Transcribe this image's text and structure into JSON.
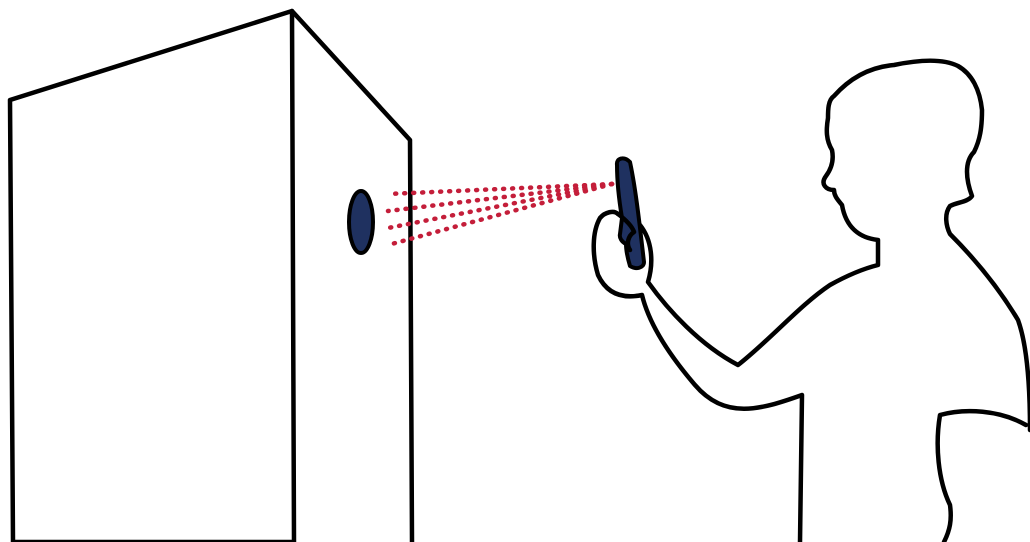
{
  "colors": {
    "background": "#ffffff",
    "outline": "#000000",
    "device_fill": "#1f3160",
    "signal": "#c41e3a"
  },
  "elements": [
    "box-enclosure",
    "wall-sensor-disc",
    "signal-beam-dots",
    "smartphone",
    "person-silhouette"
  ]
}
